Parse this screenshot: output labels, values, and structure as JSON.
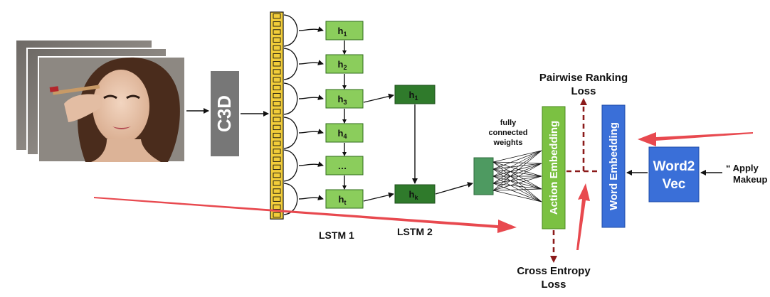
{
  "input_image": {
    "description_icon": "makeup-video-frames-icon"
  },
  "c3d": {
    "label": "C3D",
    "color": "#777777"
  },
  "features": {
    "cell_count": 26,
    "color": "#f2cd3a"
  },
  "lstm1": {
    "label": "LSTM 1",
    "color": "#8bcd5c",
    "states": [
      {
        "base": "h",
        "sub": "1"
      },
      {
        "base": "h",
        "sub": "2"
      },
      {
        "base": "h",
        "sub": "3"
      },
      {
        "base": "h",
        "sub": "4"
      },
      {
        "base": "…",
        "sub": ""
      },
      {
        "base": "h",
        "sub": "t"
      }
    ]
  },
  "lstm2": {
    "label": "LSTM 2",
    "color": "#2f7a2b",
    "states": [
      {
        "base": "h",
        "sub": "1"
      },
      {
        "base": "h",
        "sub": "k"
      }
    ]
  },
  "fc": {
    "label_line1": "fully",
    "label_line2": "connected",
    "label_line3": "weights"
  },
  "action_embedding": {
    "label": "Action Embedding",
    "color": "#7bc142"
  },
  "word_embedding": {
    "label": "Word Embedding",
    "color": "#3a6fd8"
  },
  "word2vec": {
    "line1": "Word2",
    "line2": "Vec",
    "color": "#3a6fd8"
  },
  "query": {
    "line1": "“ Apply",
    "line2": "Makeup"
  },
  "pairwise_loss": {
    "line1": "Pairwise Ranking",
    "line2": "Loss"
  },
  "cross_entropy_loss": {
    "line1": "Cross Entropy",
    "line2": "Loss"
  },
  "colors": {
    "loss_arrow": "#8b1a1a",
    "annotation_arrow": "#e8494f"
  }
}
